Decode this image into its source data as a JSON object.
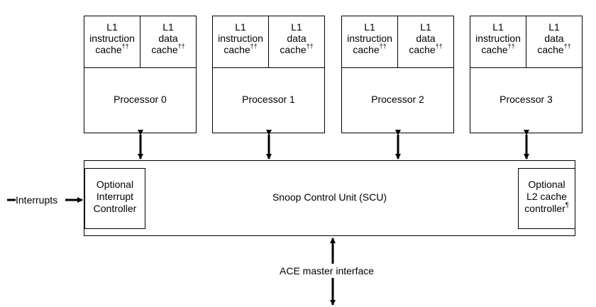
{
  "processors": [
    {
      "name": "Processor 0",
      "icache": [
        "L1",
        "instruction",
        "cache"
      ],
      "dcache": [
        "L1",
        "data",
        "cache"
      ],
      "mark": "††"
    },
    {
      "name": "Processor 1",
      "icache": [
        "L1",
        "instruction",
        "cache"
      ],
      "dcache": [
        "L1",
        "data",
        "cache"
      ],
      "mark": "††"
    },
    {
      "name": "Processor 2",
      "icache": [
        "L1",
        "instruction",
        "cache"
      ],
      "dcache": [
        "L1",
        "data",
        "cache"
      ],
      "mark": "††"
    },
    {
      "name": "Processor 3",
      "icache": [
        "L1",
        "instruction",
        "cache"
      ],
      "dcache": [
        "L1",
        "data",
        "cache"
      ],
      "mark": "††"
    }
  ],
  "scu": {
    "label": "Snoop Control Unit (SCU)"
  },
  "interrupt_controller": {
    "lines": [
      "Optional",
      "Interrupt",
      "Controller"
    ]
  },
  "l2_controller": {
    "lines": [
      "Optional",
      "L2 cache",
      "controller"
    ],
    "mark": "¶"
  },
  "interrupts_label": "Interrupts",
  "ace_label": "ACE master interface"
}
